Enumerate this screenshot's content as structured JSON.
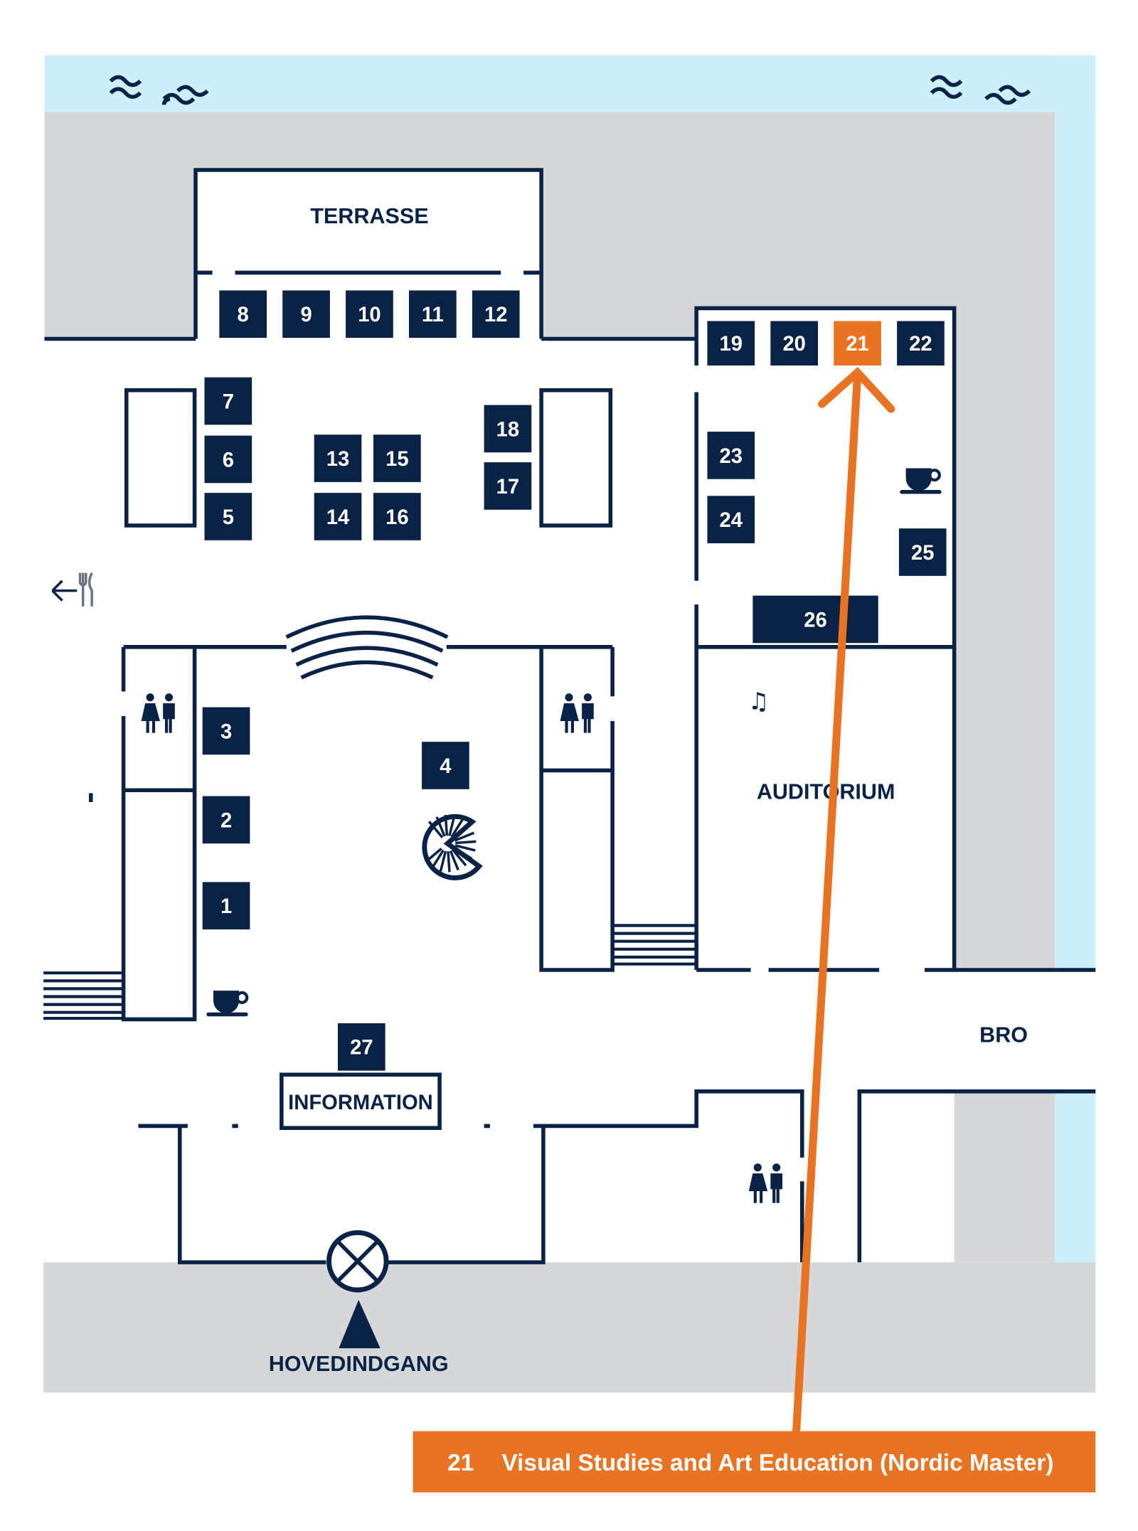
{
  "map": {
    "labels": {
      "terrace": "TERRASSE",
      "auditorium": "AUDITORIUM",
      "bridge": "BRO",
      "main_entrance": "HOVEDINDGANG",
      "information": "INFORMATION"
    },
    "booths": [
      "1",
      "2",
      "3",
      "4",
      "5",
      "6",
      "7",
      "8",
      "9",
      "10",
      "11",
      "12",
      "13",
      "14",
      "15",
      "16",
      "17",
      "18",
      "19",
      "20",
      "21",
      "22",
      "23",
      "24",
      "25",
      "26",
      "27"
    ],
    "highlighted_booth": "21",
    "icons": [
      "water-wave-icon",
      "coffee-icon",
      "toilet-icon",
      "music-note-icon",
      "restaurant-arrow-icon",
      "spiral-staircase-icon",
      "entrance-icon",
      "stairs-icon"
    ],
    "colors": {
      "navy": "#0a2245",
      "highlight": "#e87423",
      "water": "#cdeffa",
      "ground": "#d6d7d9"
    }
  },
  "banner": {
    "number": "21",
    "title": "Visual Studies and Art Education (Nordic Master)"
  }
}
